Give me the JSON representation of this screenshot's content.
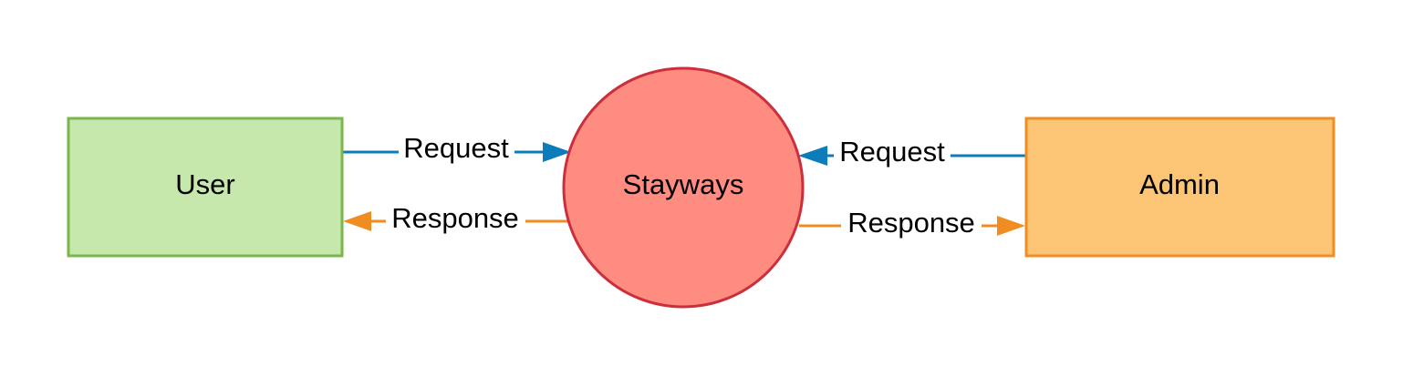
{
  "nodes": {
    "user": {
      "label": "User",
      "fill": "#c7e8ac",
      "stroke": "#7ab648"
    },
    "system": {
      "label": "Stayways",
      "fill": "#ff8c80",
      "stroke": "#cc2f3b"
    },
    "admin": {
      "label": "Admin",
      "fill": "#fcc576",
      "stroke": "#ef8d22"
    }
  },
  "edges": {
    "user_request": {
      "label": "Request",
      "from": "User",
      "to": "Stayways",
      "color": "#0c7cba"
    },
    "user_response": {
      "label": "Response",
      "from": "Stayways",
      "to": "User",
      "color": "#ef8d22"
    },
    "admin_request": {
      "label": "Request",
      "from": "Admin",
      "to": "Stayways",
      "color": "#0c7cba"
    },
    "admin_response": {
      "label": "Response",
      "from": "Stayways",
      "to": "Admin",
      "color": "#ef8d22"
    }
  }
}
